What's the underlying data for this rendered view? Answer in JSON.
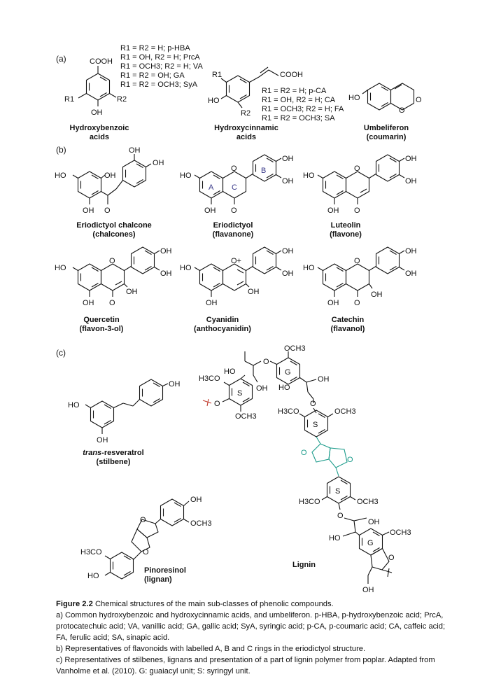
{
  "sections": {
    "a": "(a)",
    "b": "(b)",
    "c": "(c)"
  },
  "panel_a": {
    "hydroxybenzoic": {
      "substituents": [
        "R1 = R2 = H; p-HBA",
        "R1 = OH, R2 = H; PrcA",
        "R1 = OCH3; R2 = H; VA",
        "R1 = R2 = OH; GA",
        "R1 = R2 = OCH3; SyA"
      ],
      "name_line1": "Hydroxybenzoic",
      "name_line2": "acids",
      "cooh": "COOH",
      "r1": "R1",
      "r2": "R2",
      "oh": "OH"
    },
    "hydroxycinnamic": {
      "substituents": [
        "R1 = R2 = H; p-CA",
        "R1 = OH, R2 = H; CA",
        "R1 = OCH3; R2 = H; FA",
        "R1 = R2 = OCH3; SA"
      ],
      "name_line1": "Hydroxycinnamic",
      "name_line2": "acids",
      "cooh": "COOH",
      "r1": "R1",
      "r2": "R2",
      "ho": "HO"
    },
    "umbeliferon": {
      "name_line1": "Umbeliferon",
      "name_line2": "(coumarin)",
      "ho": "HO",
      "o": "O"
    }
  },
  "panel_b": {
    "compounds": [
      {
        "name": "Eriodictyol chalcone",
        "class": "(chalcones)"
      },
      {
        "name": "Eriodictyol",
        "class": "(flavanone)"
      },
      {
        "name": "Luteolin",
        "class": "(flavone)"
      },
      {
        "name": "Quercetin",
        "class": "(flavon-3-ol)"
      },
      {
        "name": "Cyanidin",
        "class": "(anthocyanidin)"
      },
      {
        "name": "Catechin",
        "class": "(flavanol)"
      }
    ],
    "ring_labels": [
      "A",
      "B",
      "C"
    ],
    "atoms": {
      "oh": "OH",
      "ho": "HO",
      "o": "O",
      "oplus": "O+"
    }
  },
  "panel_c": {
    "resveratrol": {
      "name_prefix": "trans",
      "name_rest": "-resveratrol",
      "class": "(stilbene)"
    },
    "pinoresinol": {
      "name": "Pinoresinol",
      "class": "(lignan)"
    },
    "lignin": {
      "name": "Lignin",
      "unit_s": "S",
      "unit_g": "G"
    },
    "atoms": {
      "oh": "OH",
      "ho": "HO",
      "och3": "OCH3",
      "h3co": "H3CO",
      "o": "O"
    }
  },
  "caption": {
    "title": "Figure 2.2",
    "title_text": "Chemical structures of the main sub-classes of phenolic compounds.",
    "line_a": "a) Common hydroxybenzoic and hydroxycinnamic acids, and umbeliferon. p-HBA, p-hydroxybenzoic acid; PrcA, protocatechuic acid; VA, vanillic acid; GA, gallic acid; SyA, syringic acid; p-CA, p-coumaric acid; CA, caffeic acid; FA, ferulic acid; SA, sinapic acid.",
    "line_b": "b) Representatives of flavonoids with labelled A, B and C rings in the eriodictyol structure.",
    "line_c": "c) Representatives of stilbenes, lignans and presentation of a part of lignin polymer from poplar. Adapted from Vanholme et al. (2010). G: guaiacyl unit; S: syringyl unit."
  },
  "colors": {
    "ring_label": "#3a3a8a",
    "lignin_linker": "#1a9b8a",
    "cut_bond": "#c0392b"
  }
}
